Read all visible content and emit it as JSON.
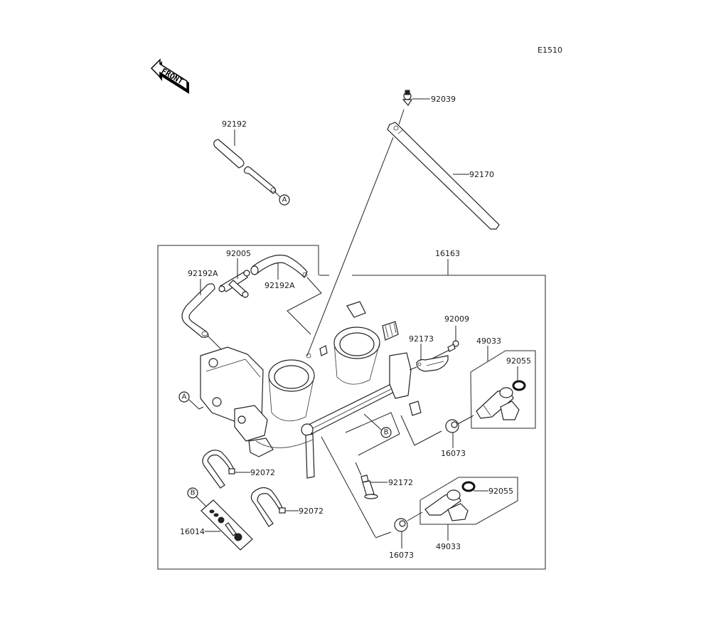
{
  "diagram": {
    "code": "E1510",
    "front_label": "FRONT",
    "parts": {
      "p92192": "92192",
      "p92039": "92039",
      "p92170": "92170",
      "p92005": "92005",
      "p92192A_left": "92192A",
      "p92192A_right": "92192A",
      "p16163": "16163",
      "p92009": "92009",
      "p92173": "92173",
      "p49033_top": "49033",
      "p92055_top": "92055",
      "p16073_top": "16073",
      "p92072_upper": "92072",
      "p92072_lower": "92072",
      "p92172": "92172",
      "p92055_bottom": "92055",
      "p49033_bottom": "49033",
      "p16073_bottom": "16073",
      "p16014": "16014"
    },
    "refs": {
      "a_top": "A",
      "a_left": "A",
      "b_mid": "B",
      "b_left": "B"
    }
  }
}
